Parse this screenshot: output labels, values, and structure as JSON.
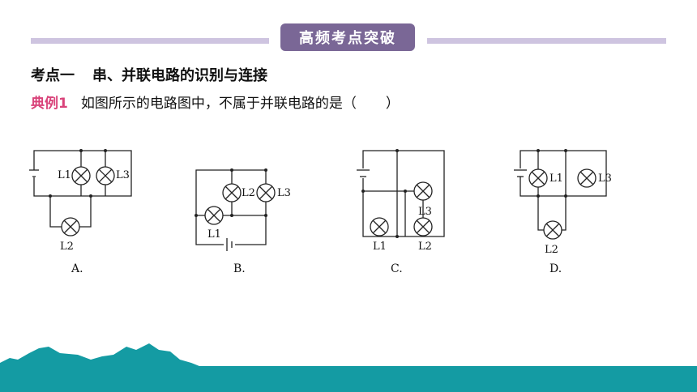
{
  "header": {
    "badge": "高频考点突破"
  },
  "section": {
    "label": "考点一",
    "title": "串、并联电路的识别与连接"
  },
  "example": {
    "label": "典例1",
    "question": "如图所示的电路图中，不属于并联电路的是（",
    "close_paren": "）"
  },
  "circuits": [
    {
      "option": "A.",
      "lamps": [
        "L1",
        "L3",
        "L2"
      ]
    },
    {
      "option": "B.",
      "lamps": [
        "L2",
        "L3",
        "L1"
      ]
    },
    {
      "option": "C.",
      "lamps": [
        "L3",
        "L1",
        "L2"
      ]
    },
    {
      "option": "D.",
      "lamps": [
        "L1",
        "L3",
        "L2"
      ]
    }
  ],
  "colors": {
    "badge": "#7a6796",
    "header_bar": "#cec4e0",
    "example_label": "#d9437a",
    "footer_teal": "#149ba3"
  }
}
